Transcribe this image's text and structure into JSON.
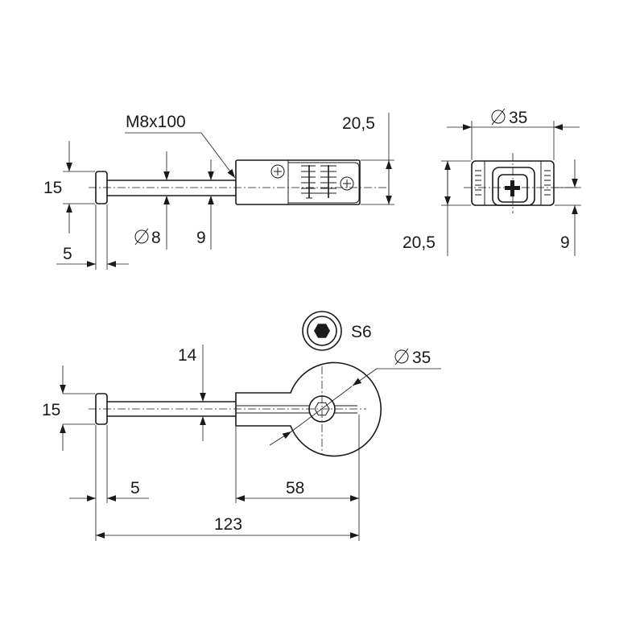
{
  "labels": {
    "thread": "M8x100",
    "top_height": "20,5",
    "end_diameter": "35",
    "left_15": "15",
    "rod_dia": "8",
    "rod_9": "9",
    "left_5": "5",
    "end_20_5": "20,5",
    "end_9": "9",
    "socket": "S6",
    "plan_dia": "35",
    "plan_14": "14",
    "plan_15": "15",
    "plan_5": "5",
    "plan_58": "58",
    "plan_123": "123"
  },
  "symbols": {
    "diameter_icon": "diameter-symbol"
  }
}
